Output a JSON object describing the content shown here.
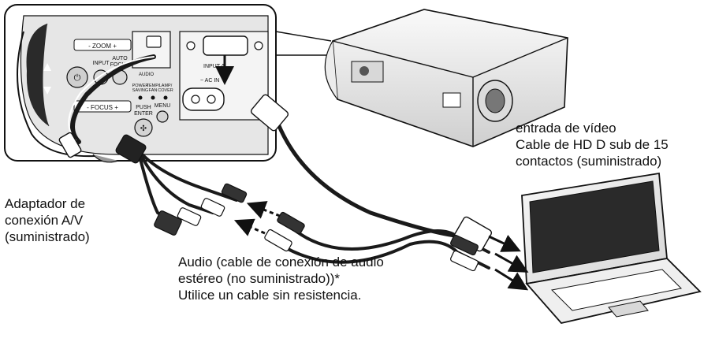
{
  "panel": {
    "zoom_label": "- ZOOM +",
    "focus_label": "- FOCUS +",
    "audio_label": "AUDIO",
    "input_label": "INPUT",
    "auto_focus_line1": "AUTO",
    "auto_focus_line2": "FOCUS",
    "power_saving_line1": "POWER",
    "power_saving_line2": "SAVING",
    "temp_fan_line1": "TEMP/",
    "temp_fan_line2": "FAN",
    "lamp_cover_line1": "LAMP/",
    "lamp_cover_line2": "COVER",
    "push_enter_line1": "PUSH",
    "push_enter_line2": "ENTER",
    "menu_label": "MENU",
    "input_a_label": "INPUT A",
    "ac_in_label": "~ AC IN"
  },
  "captions": {
    "av_adapter": [
      "Adaptador de",
      "conexión A/V",
      "(suministrado)"
    ],
    "video_input": [
      "entrada de vídeo",
      "Cable de HD D sub de 15",
      "contactos (suministrado)"
    ],
    "audio": [
      "Audio (cable de conexión de audio",
      "estéreo (no suministrado))*",
      "Utilice un cable sin resistencia."
    ]
  },
  "colors": {
    "line": "#111111",
    "panel_fill": "#e4e4e4",
    "panel_dark": "#b8b8b8",
    "body_light": "#f2f2f2",
    "cable": "#1a1a1a"
  }
}
